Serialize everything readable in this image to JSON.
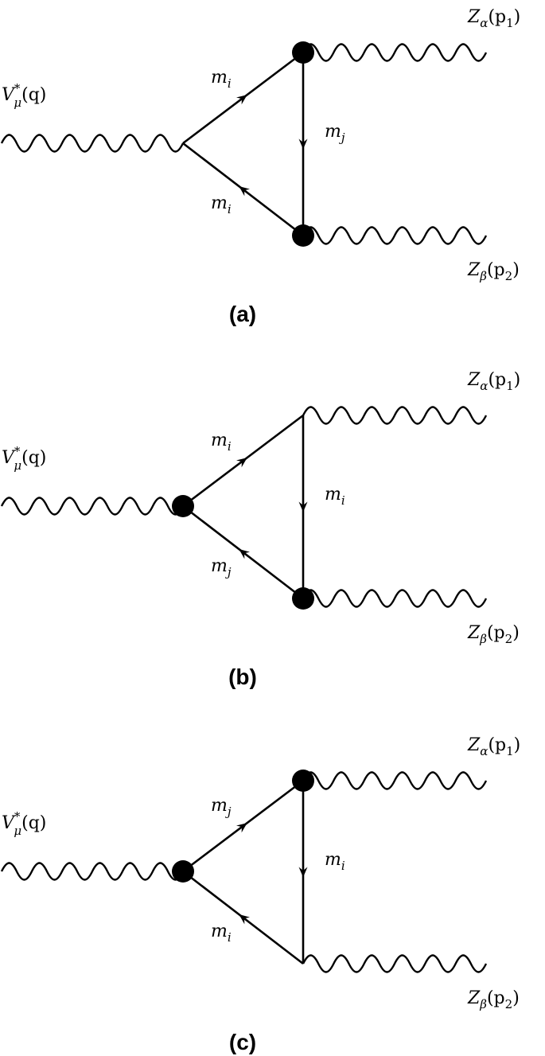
{
  "diagrams": [
    {
      "caption": "(a)",
      "incoming": {
        "base": "V",
        "sup": "*",
        "sub": "μ",
        "arg": "(q)"
      },
      "out_top": {
        "base": "Z",
        "sub": "α",
        "arg": "(p",
        "argsub": "1",
        "argclose": ")"
      },
      "out_bottom": {
        "base": "Z",
        "sub": "β",
        "arg": "(p",
        "argsub": "2",
        "argclose": ")"
      },
      "top_line": {
        "base": "m",
        "sub": "i"
      },
      "right_line": {
        "base": "m",
        "sub": "j"
      },
      "bottom_line": {
        "base": "m",
        "sub": "i"
      },
      "blobs": [
        "top",
        "bottom"
      ]
    },
    {
      "caption": "(b)",
      "incoming": {
        "base": "V",
        "sup": "*",
        "sub": "μ",
        "arg": "(q)"
      },
      "out_top": {
        "base": "Z",
        "sub": "α",
        "arg": "(p",
        "argsub": "1",
        "argclose": ")"
      },
      "out_bottom": {
        "base": "Z",
        "sub": "β",
        "arg": "(p",
        "argsub": "2",
        "argclose": ")"
      },
      "top_line": {
        "base": "m",
        "sub": "i"
      },
      "right_line": {
        "base": "m",
        "sub": "i"
      },
      "bottom_line": {
        "base": "m",
        "sub": "j"
      },
      "blobs": [
        "left",
        "bottom"
      ]
    },
    {
      "caption": "(c)",
      "incoming": {
        "base": "V",
        "sup": "*",
        "sub": "μ",
        "arg": "(q)"
      },
      "out_top": {
        "base": "Z",
        "sub": "α",
        "arg": "(p",
        "argsub": "1",
        "argclose": ")"
      },
      "out_bottom": {
        "base": "Z",
        "sub": "β",
        "arg": "(p",
        "argsub": "2",
        "argclose": ")"
      },
      "top_line": {
        "base": "m",
        "sub": "j"
      },
      "right_line": {
        "base": "m",
        "sub": "i"
      },
      "bottom_line": {
        "base": "m",
        "sub": "i"
      },
      "blobs": [
        "left",
        "top"
      ]
    }
  ]
}
